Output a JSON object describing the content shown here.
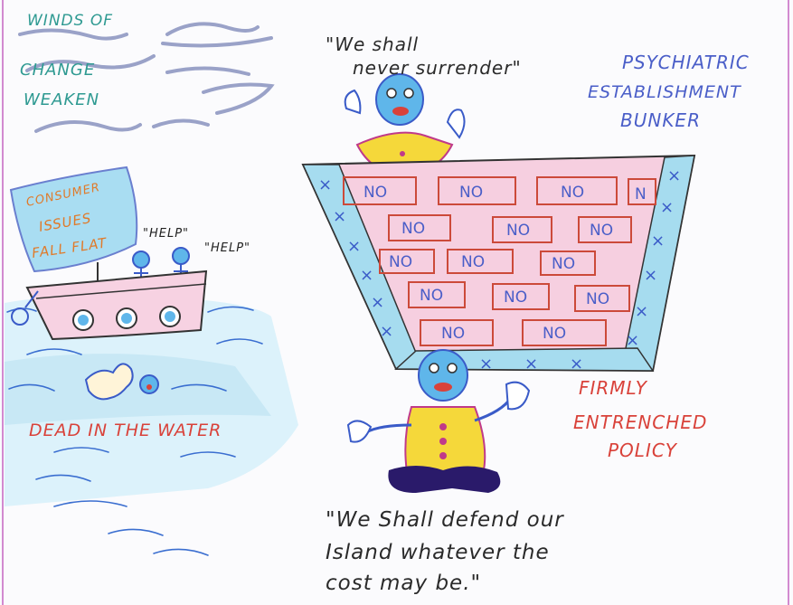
{
  "captions": {
    "winds_line1": "WINDS OF",
    "winds_line2": "CHANGE",
    "winds_line3": "WEAKEN",
    "quote_top_line1": "\"We shall",
    "quote_top_line2": "never surrender\"",
    "bunker_line1": "PSYCHIATRIC",
    "bunker_line2": "ESTABLISHMENT",
    "bunker_line3": "BUNKER",
    "sail_line1": "CONSUMER",
    "sail_line2": "ISSUES",
    "sail_line3": "FALL FLAT",
    "help_1": "\"HELP\"",
    "help_2": "\"HELP\"",
    "dead_in_water": "DEAD IN THE WATER",
    "policy_line1": "FIRMLY",
    "policy_line2": "ENTRENCHED",
    "policy_line3": "POLICY",
    "quote_bottom_line1": "\"We Shall defend our",
    "quote_bottom_line2": "Island whatever the",
    "quote_bottom_line3": "cost may be.\""
  },
  "bricks": [
    "NO",
    "NO",
    "NO",
    "N",
    "NO",
    "NO",
    "NO",
    "NO",
    "NO",
    "NO",
    "NO",
    "NO",
    "NO",
    "NO",
    "NO"
  ],
  "colors": {
    "teal_text": "#2f9a92",
    "blue_text": "#4a5ec8",
    "orange_text": "#e07a2a",
    "red_text": "#d9423a",
    "dark_text": "#2a2a2a",
    "water": "#bfe4f2",
    "bunker_pink": "#f6cfe0",
    "bunker_side": "#a6dcef",
    "brick_border": "#cc4a3a",
    "figure_blue": "#5fb6ea",
    "coat_yellow": "#f5d83a"
  }
}
